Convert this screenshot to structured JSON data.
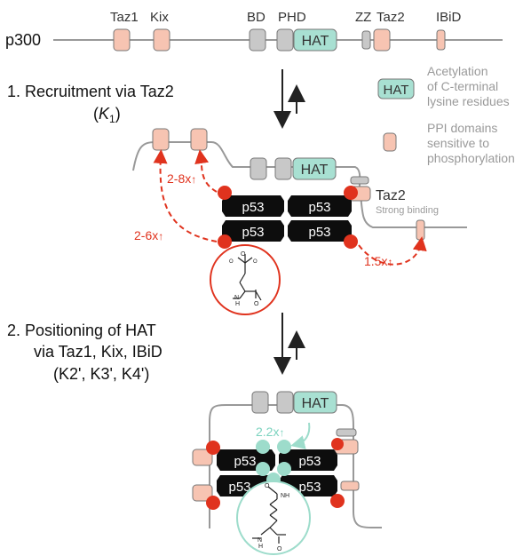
{
  "top_row": {
    "protein": "p300",
    "domains": {
      "taz1": "Taz1",
      "kix": "Kix",
      "bd": "BD",
      "phd": "PHD",
      "hat": "HAT",
      "zz": "ZZ",
      "taz2": "Taz2",
      "ibid": "IBiD"
    }
  },
  "legend": {
    "hat_box": "HAT",
    "hat_text": [
      "Acetylation",
      "of C-terminal",
      "lysine residues"
    ],
    "ppi_text": [
      "PPI domains",
      "sensitive to",
      "phosphorylation"
    ]
  },
  "step1": {
    "title": "1. Recruitment via Taz2",
    "k_open": "(",
    "k_var": "K",
    "k_sub": "1",
    "k_close": ")",
    "taz2_label": "Taz2",
    "taz2_sub": "Strong binding",
    "hat": "HAT",
    "fold_a": "2-8x",
    "fold_b": "2-6x",
    "fold_c": "1.5x",
    "p53": [
      "p53",
      "p53",
      "p53",
      "p53"
    ]
  },
  "step2": {
    "line1": "2. Positioning of HAT",
    "line2": "via Taz1, Kix, IBiD",
    "line3": "(K2', K3', K4')",
    "hat": "HAT",
    "fold": "2.2x",
    "p53": [
      "p53",
      "p53",
      "p53",
      "p53"
    ]
  },
  "colors": {
    "ppi": "#f7c4b2",
    "hat": "#a8e0d2",
    "phospho": "#e0331e",
    "acetyl": "#9ddccb",
    "domain_gray": "#c8c8c8"
  }
}
